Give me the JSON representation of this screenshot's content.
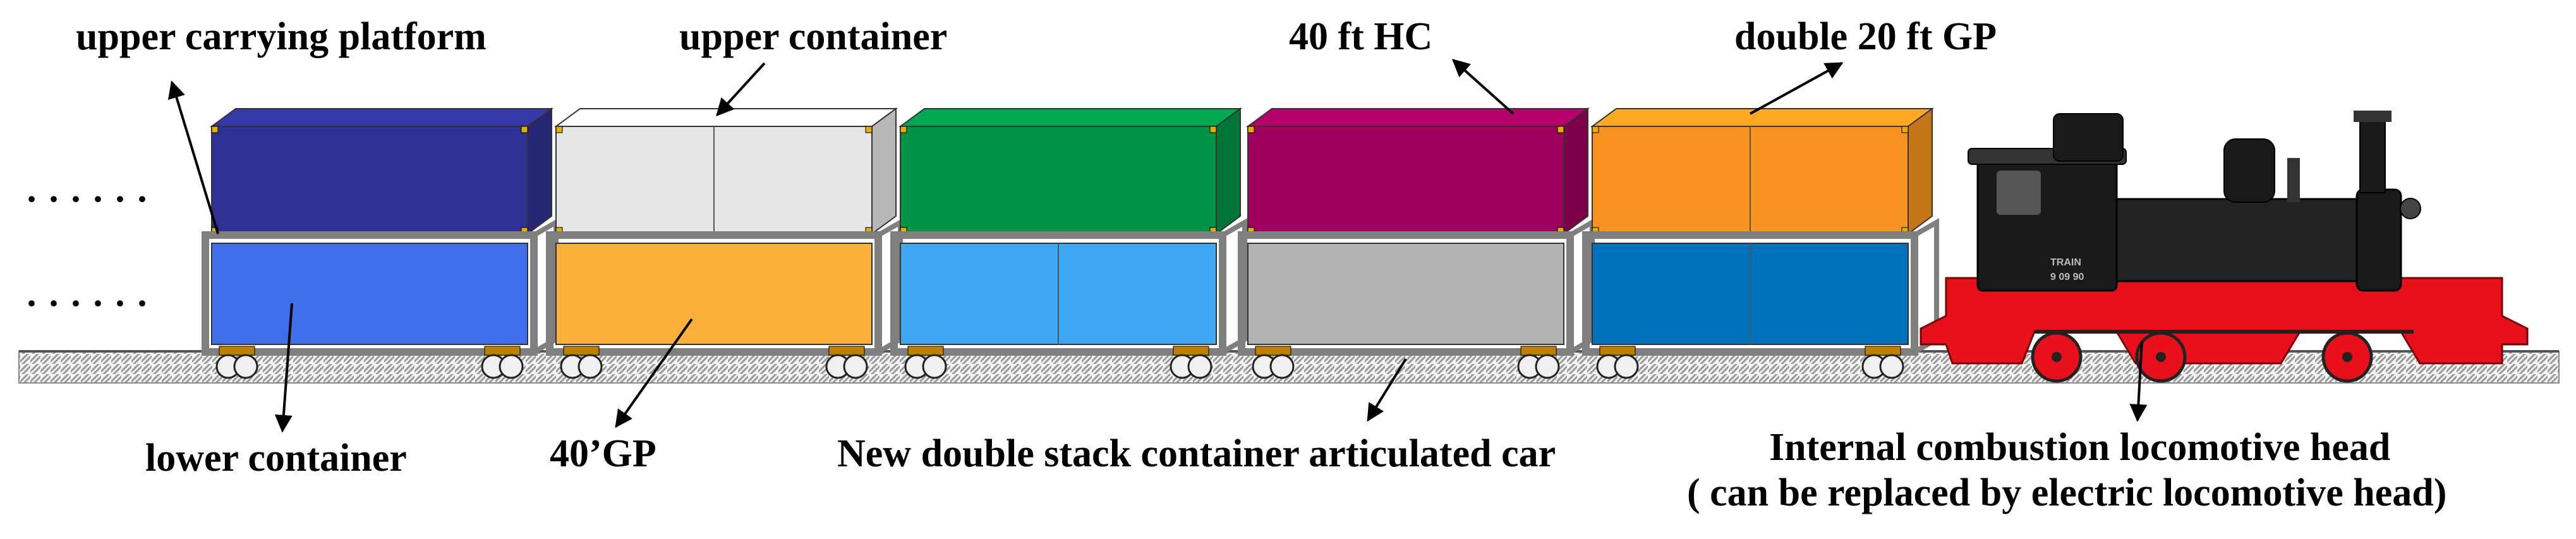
{
  "labels": {
    "upper_platform": "upper carrying platform",
    "upper_container": "upper container",
    "hc40": "40 ft HC",
    "double20": "double 20 ft GP",
    "lower_container": "lower container",
    "gp40": "40’GP",
    "new_car": "New double stack container articulated car",
    "loco_line1": "Internal combustion locomotive head",
    "loco_line2": "( can be replaced by electric locomotive head)"
  },
  "continuation_marks": "· · · · · ·",
  "locomotive_text": {
    "plate": "TRAIN",
    "number": "9 09 90"
  },
  "colors": {
    "upper_1": "#2e3192",
    "upper_2": "#e6e6e6",
    "upper_3": "#009245",
    "upper_4": "#9e005d",
    "upper_5": "#f7931e",
    "lower_1": "#3f6fe8",
    "lower_2": "#fbb03b",
    "lower_3": "#3fa9f5",
    "lower_4": "#b3b3b3",
    "lower_5": "#0071bc",
    "frame": "#7f7f7f",
    "loco_body": "#1a1a1a",
    "loco_chassis": "#e8101b"
  }
}
